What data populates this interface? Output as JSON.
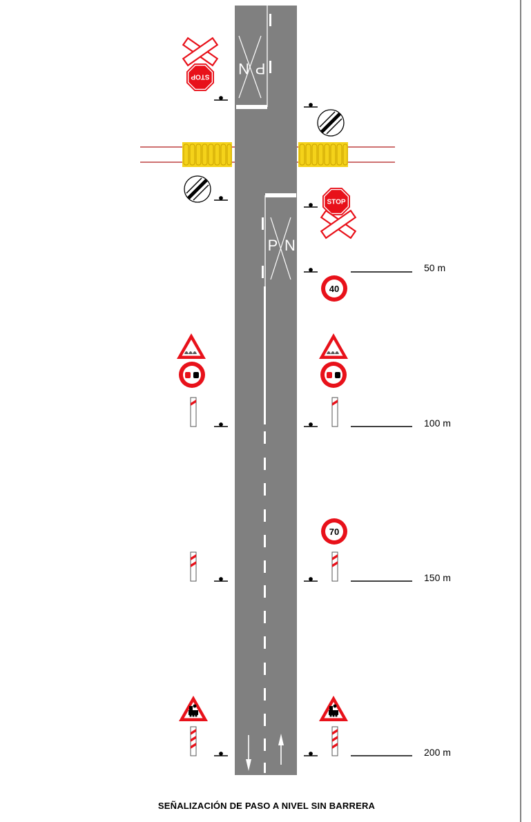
{
  "title": "SEÑALIZACIÓN DE PASO A NIVEL SIN BARRERA",
  "road_marking": {
    "crossing_letters": [
      "P",
      "N"
    ]
  },
  "signs": {
    "stop_text": "STOP",
    "speed_limit_near": "40",
    "speed_limit_far": "70"
  },
  "distance_markers": [
    "50 m",
    "100 m",
    "150 m",
    "200 m"
  ],
  "colors": {
    "road": "#808080",
    "sign_red": "#e8111a",
    "barrier_yellow": "#f4d21a",
    "rail_red": "#b01a1a",
    "line": "#000000",
    "marking": "#ffffff"
  }
}
